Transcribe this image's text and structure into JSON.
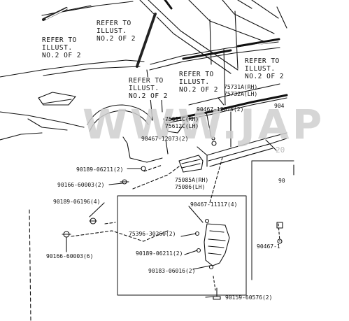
{
  "watermark": "WWW.JAP",
  "refer_notes": [
    {
      "line1": "REFER TO",
      "line2": "ILLUST.",
      "line3": "NO.2 OF 2"
    },
    {
      "line1": "REFER TO",
      "line2": "ILLUST.",
      "line3": "NO.2 OF 2"
    },
    {
      "line1": "REFER TO",
      "line2": "ILLUST.",
      "line3": "NO.2 OF 2"
    },
    {
      "line1": "REFER TO",
      "line2": "ILLUST.",
      "line3": "NO.2 OF 2"
    },
    {
      "line1": "REFER TO",
      "line2": "ILLUST.",
      "line3": "NO.2 OF 2"
    }
  ],
  "part_labels": {
    "p75731": "75731A(RH)",
    "p75732": "75732A(LH)",
    "p90467_12075": "90467-12075(2)",
    "p75611": "75611C(RH)",
    "p75612": "75612C(LH)",
    "p90467_12073": "90467-12073(2)",
    "p90189_06211_a": "90189-06211(2)",
    "p90166_60003_a": "90166-60003(2)",
    "p75085": "75085A(RH)",
    "p75086": "75086(LH)",
    "p90189_06196": "90189-06196(4)",
    "p90467_11117": "90467-11117(4)",
    "p75396": "75396-30260(2)",
    "p90189_06211_b": "90189-06211(2)",
    "p90166_60003_b": "90166-60003(6)",
    "p90183_06016": "90183-06016(2)",
    "p90159_60576": "90159-60576(2)",
    "p90467_edge": "90467-1",
    "p904_top": "904",
    "p90_mid": "90",
    "p20_mid": "20"
  }
}
